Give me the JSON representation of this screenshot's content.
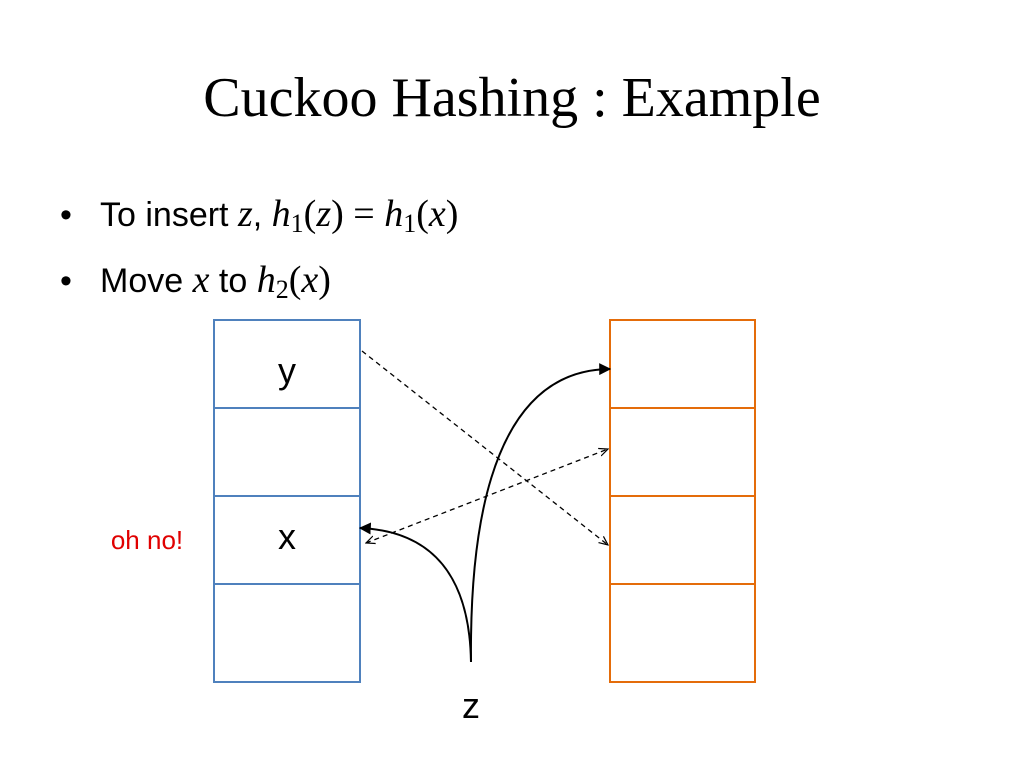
{
  "slide": {
    "title": "Cuckoo Hashing : Example",
    "bullets": [
      {
        "prefix": "To insert ",
        "v1": "z",
        "sep": ", ",
        "f1": "h",
        "f1_sub": "1",
        "a1_open": "(",
        "a1": "z",
        "a1_close": ")",
        "eq": " = ",
        "f2": "h",
        "f2_sub": "1",
        "a2_open": "(",
        "a2": "x",
        "a2_close": ")"
      },
      {
        "prefix": "Move ",
        "v1": "x",
        "mid": " to ",
        "f1": "h",
        "f1_sub": "2",
        "a1_open": "(",
        "a1": "x",
        "a1_close": ")"
      }
    ]
  },
  "diagram": {
    "left_table": {
      "color": "#4f81bd",
      "cells": [
        "y",
        "",
        "x",
        ""
      ]
    },
    "right_table": {
      "color": "#e46c0a",
      "cells": [
        "",
        "",
        "",
        ""
      ]
    },
    "new_key": "z",
    "note": "oh no!",
    "note_color": "#e00000"
  }
}
